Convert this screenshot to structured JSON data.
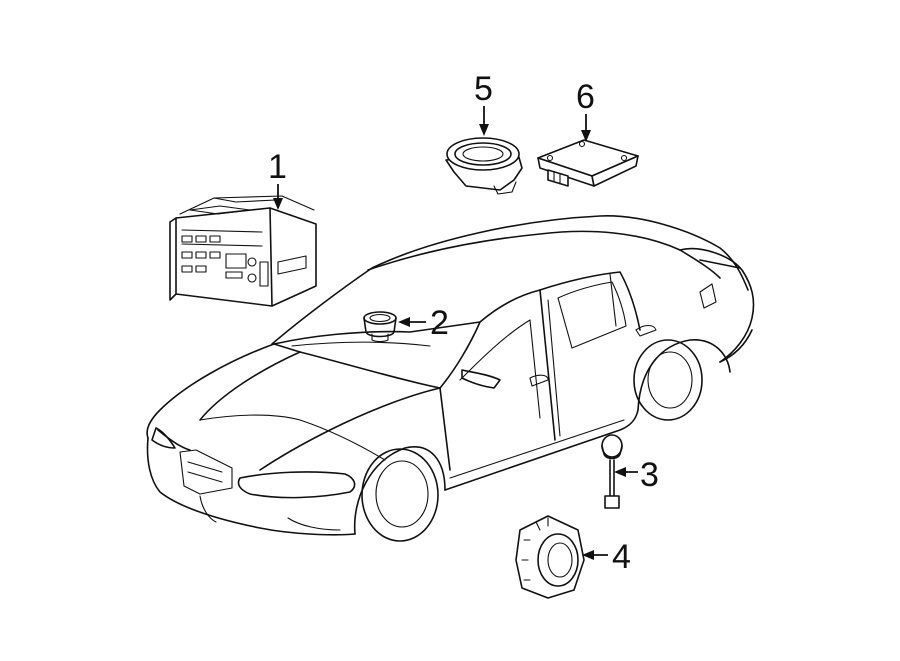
{
  "callouts": [
    {
      "id": "1",
      "label": "1"
    },
    {
      "id": "2",
      "label": "2"
    },
    {
      "id": "3",
      "label": "3"
    },
    {
      "id": "4",
      "label": "4"
    },
    {
      "id": "5",
      "label": "5"
    },
    {
      "id": "6",
      "label": "6"
    }
  ],
  "parts": [
    {
      "callout": "1",
      "icon": "radio-receiver-icon"
    },
    {
      "callout": "2",
      "icon": "dash-speaker-icon"
    },
    {
      "callout": "3",
      "icon": "tweeter-harness-icon"
    },
    {
      "callout": "4",
      "icon": "door-speaker-icon"
    },
    {
      "callout": "5",
      "icon": "rear-speaker-icon"
    },
    {
      "callout": "6",
      "icon": "amplifier-module-icon"
    }
  ],
  "colors": {
    "line": "#111111",
    "background": "#ffffff"
  }
}
